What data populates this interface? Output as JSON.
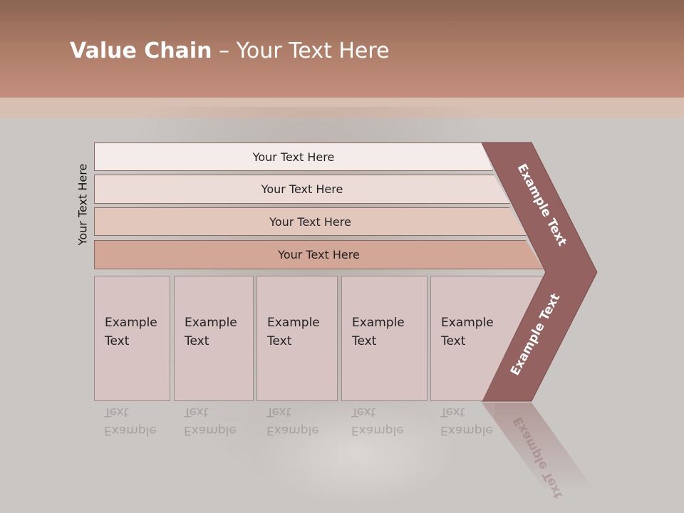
{
  "title": {
    "bold": "Value Chain",
    "rest": " – Your Text Here"
  },
  "side_label": "Your Text Here",
  "bars": [
    {
      "label": "Your Text Here",
      "color": "#f4eceb"
    },
    {
      "label": "Your Text Here",
      "color": "#ecdcd7"
    },
    {
      "label": "Your Text Here",
      "color": "#e2c7bd"
    },
    {
      "label": "Your Text Here",
      "color": "#d2a797"
    }
  ],
  "cards": [
    {
      "line1": "Example",
      "line2": "Text"
    },
    {
      "line1": "Example",
      "line2": "Text"
    },
    {
      "line1": "Example",
      "line2": "Text"
    },
    {
      "line1": "Example",
      "line2": "Text"
    },
    {
      "line1": "Example",
      "line2": "Text"
    }
  ],
  "chevron": {
    "upper_label": "Example Text",
    "lower_label": "Example Text",
    "color": "#956262"
  }
}
